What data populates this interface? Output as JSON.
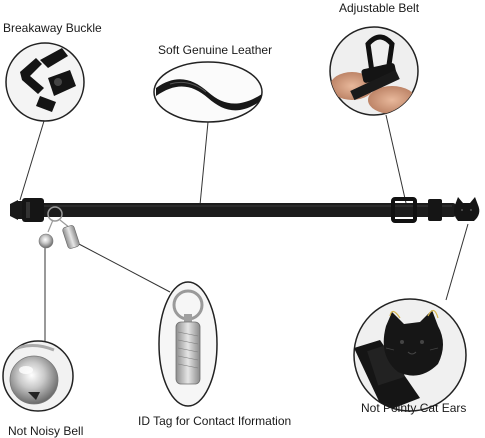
{
  "callouts": {
    "breakaway_buckle": "Breakaway Buckle",
    "soft_leather": "Soft Genuine Leather",
    "adjustable_belt": "Adjustable Belt",
    "id_tag": "ID Tag for Contact Iformation",
    "not_noisy_bell": "Not Noisy Bell",
    "cat_ears": "Not Pointy Cat Ears"
  },
  "colors": {
    "strap": "#1c1c1c",
    "outline": "#222222",
    "metal": "#b8b8b8"
  }
}
